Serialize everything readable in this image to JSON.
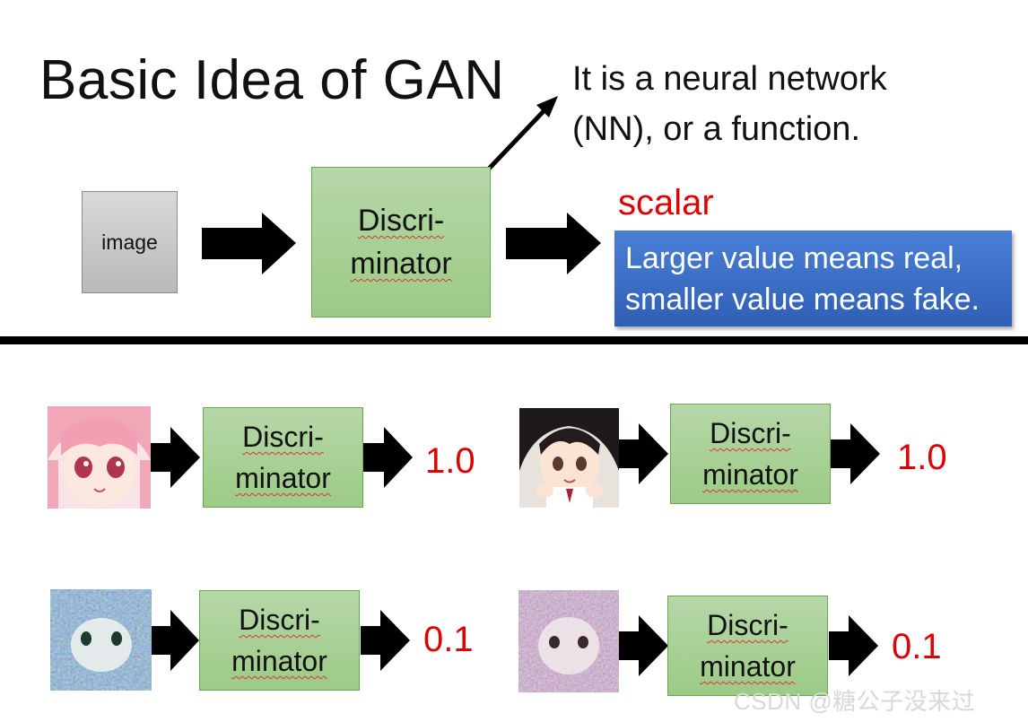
{
  "header": {
    "title": "Basic Idea of GAN",
    "note_line1": "It is a neural network",
    "note_line2": "(NN), or a function."
  },
  "top_flow": {
    "input_label": "image",
    "disc_line1": "Discri-",
    "disc_line2": "minator",
    "output_label": "scalar",
    "explain_line1": "Larger value means real,",
    "explain_line2": "smaller value means fake."
  },
  "examples": [
    {
      "disc_line1": "Discri-",
      "disc_line2": "minator",
      "score": "1.0",
      "image": "anime-girl-pink-hair"
    },
    {
      "disc_line1": "Discri-",
      "disc_line2": "minator",
      "score": "1.0",
      "image": "anime-girl-black-hair"
    },
    {
      "disc_line1": "Discri-",
      "disc_line2": "minator",
      "score": "0.1",
      "image": "noisy-generated-face-1"
    },
    {
      "disc_line1": "Discri-",
      "disc_line2": "minator",
      "score": "0.1",
      "image": "noisy-generated-face-2"
    }
  ],
  "watermark": "CSDN @糖公子没来过",
  "colors": {
    "disc_fill": "#a9d18e",
    "score_red": "#e00000",
    "blue_box": "#3a6cc6",
    "gray_box": "#c8c8c8"
  }
}
